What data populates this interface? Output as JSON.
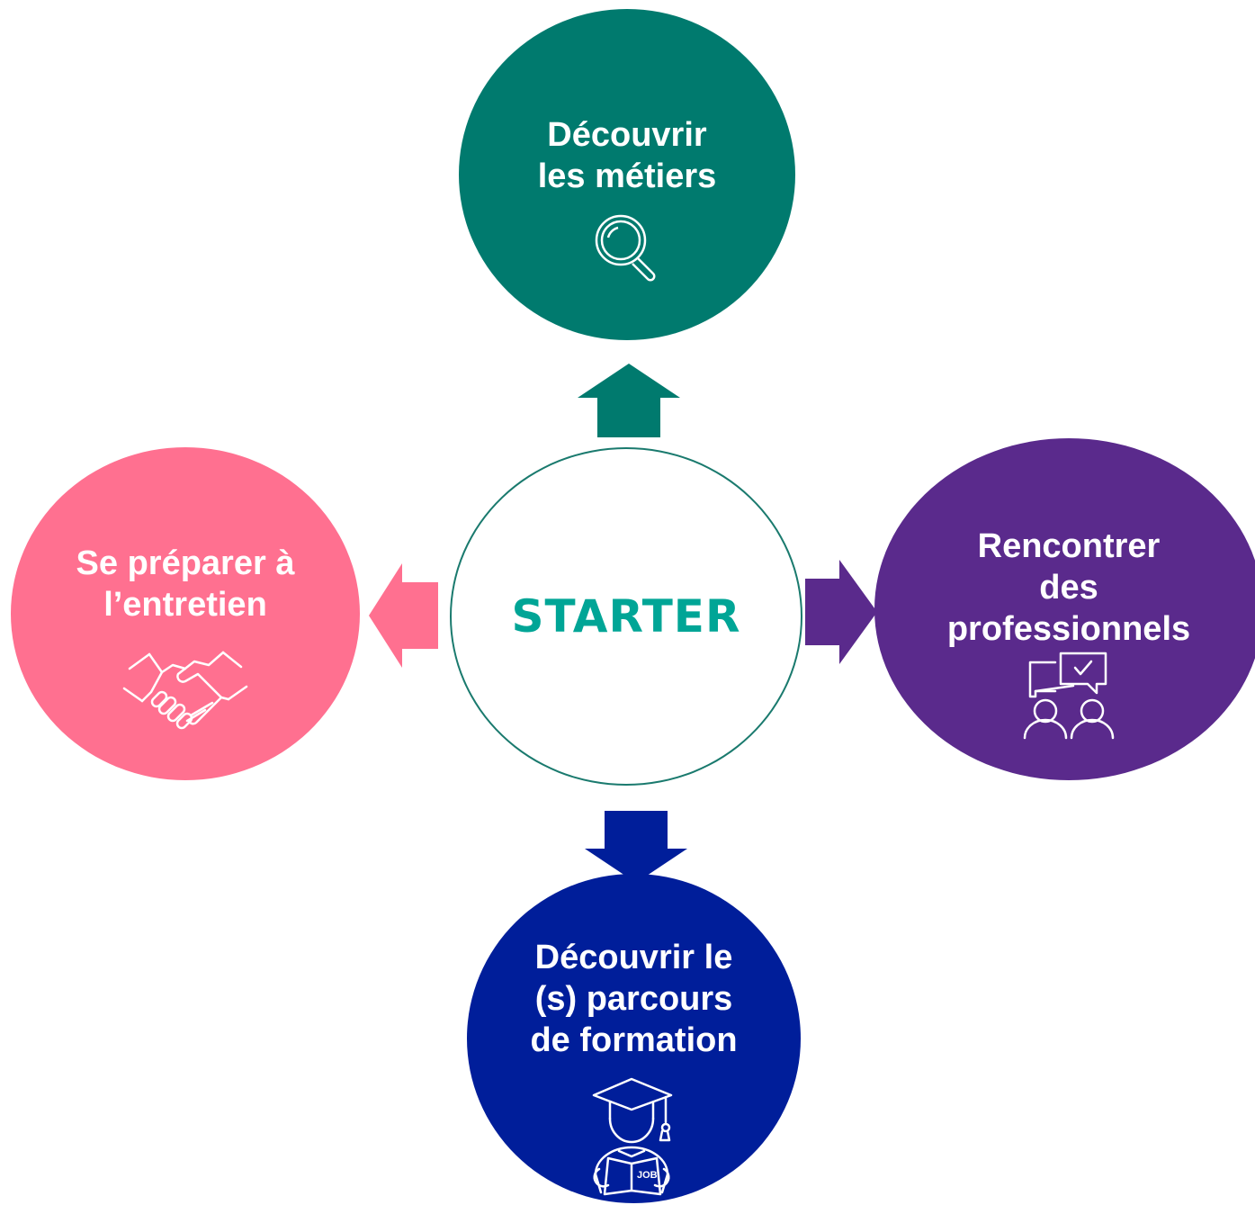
{
  "center": {
    "title": "STARTER"
  },
  "nodes": {
    "top": {
      "label": "Découvrir\nles métiers",
      "icon": "magnifier-icon"
    },
    "left": {
      "label": "Se préparer à\nl’entretien",
      "icon": "handshake-icon"
    },
    "right": {
      "label": "Rencontrer\ndes\nprofessionnels",
      "icon": "meeting-icon"
    },
    "bottom": {
      "label": "Découvrir le\n(s) parcours\nde formation",
      "icon": "graduate-reading-icon",
      "icon_text": "JOB"
    }
  },
  "colors": {
    "top": "#007a6e",
    "left": "#ff7090",
    "right": "#5a2a8c",
    "bottom": "#001e9a",
    "center_text": "#00a596",
    "center_border": "#1a7a6e"
  }
}
